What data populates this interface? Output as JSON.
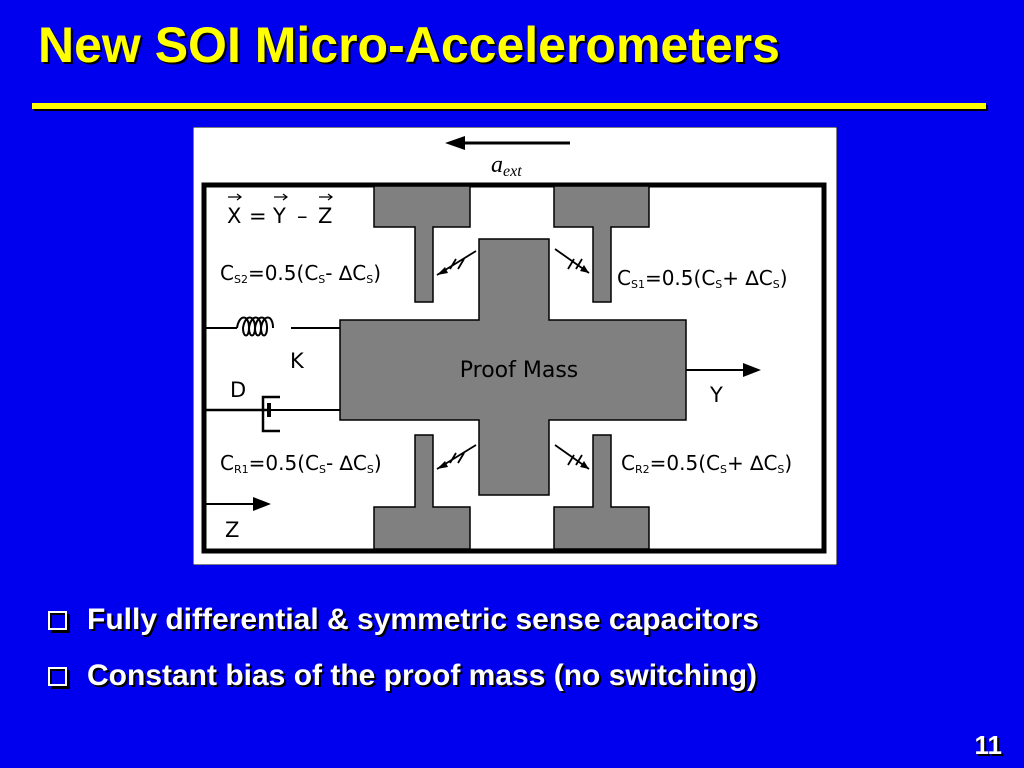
{
  "slide": {
    "title": "New SOI Micro-Accelerometers",
    "page_number": "11",
    "colors": {
      "background": "#0000ee",
      "title": "#ffff00",
      "text": "#ffffff",
      "shape": "#808080"
    }
  },
  "diagram": {
    "accel_symbol": "a",
    "accel_subscript": "ext",
    "vector_eq": {
      "x": "X",
      "eq": "=",
      "y": "Y",
      "minus": "–",
      "z": "Z"
    },
    "proof_mass": "Proof Mass",
    "spring_label": "K",
    "damper_label": "D",
    "y_axis": "Y",
    "z_axis": "Z",
    "caps": {
      "s2": {
        "c": "C",
        "sub": "S2",
        "expr": "=0.5(C",
        "s": "S",
        "op": "- ",
        "delta": "∆C",
        "s2": "S",
        "close": ")"
      },
      "s1": {
        "c": "C",
        "sub": "S1",
        "expr": "=0.5(C",
        "s": "S",
        "op": "+ ",
        "delta": "∆C",
        "s2": "S",
        "close": ")"
      },
      "r1": {
        "c": "C",
        "sub": "R1",
        "expr": "=0.5(C",
        "s": "S",
        "op": "- ",
        "delta": "∆C",
        "s2": "S",
        "close": ")"
      },
      "r2": {
        "c": "C",
        "sub": "R2",
        "expr": "=0.5(C",
        "s": "S",
        "op": "+ ",
        "delta": "∆C",
        "s2": "S",
        "close": ")"
      }
    }
  },
  "bullets": [
    {
      "text": "Fully differential & symmetric sense capacitors"
    },
    {
      "text": "Constant bias of the proof mass (no switching)"
    }
  ]
}
